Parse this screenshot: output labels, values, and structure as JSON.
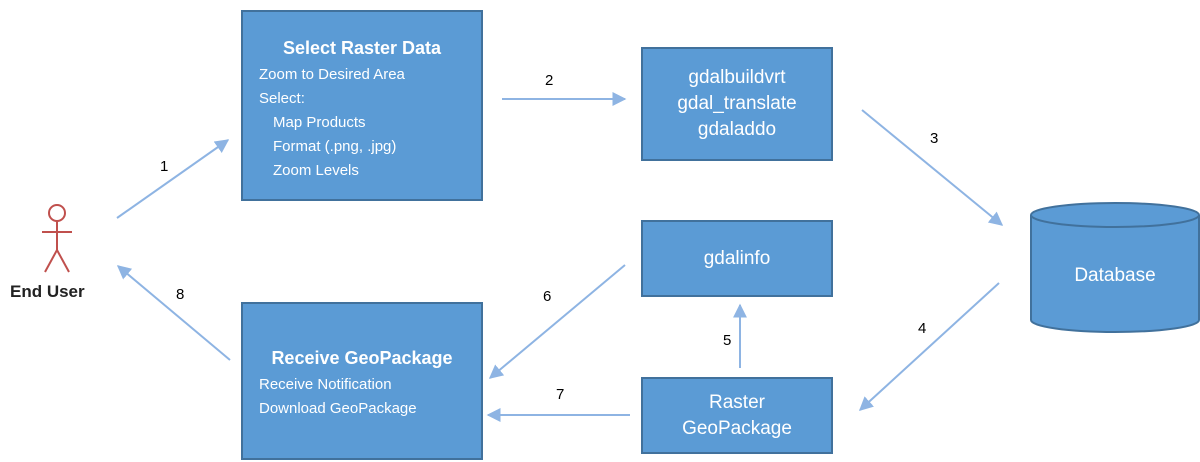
{
  "actor": {
    "label": "End User",
    "icon": "stick-figure-icon"
  },
  "select_box": {
    "title": "Select Raster Data",
    "lines": [
      "Zoom to Desired Area",
      "Select:",
      "Map Products",
      "Format (.png, .jpg)",
      "Zoom Levels"
    ]
  },
  "gdal_box": {
    "lines": [
      "gdalbuildvrt",
      "gdal_translate",
      "gdaladdo"
    ]
  },
  "gdalinfo_box": {
    "label": "gdalinfo"
  },
  "database": {
    "label": "Database",
    "icon": "database-cylinder-icon"
  },
  "raster_box": {
    "lines": [
      "Raster",
      "GeoPackage"
    ]
  },
  "receive_box": {
    "title": "Receive GeoPackage",
    "lines": [
      "Receive Notification",
      "Download GeoPackage"
    ]
  },
  "steps": [
    "1",
    "2",
    "3",
    "4",
    "5",
    "6",
    "7",
    "8"
  ],
  "colors": {
    "box_fill": "#5b9bd5",
    "box_border": "#41719c",
    "arrow": "#8eb4e3",
    "actor": "#c0504d"
  }
}
